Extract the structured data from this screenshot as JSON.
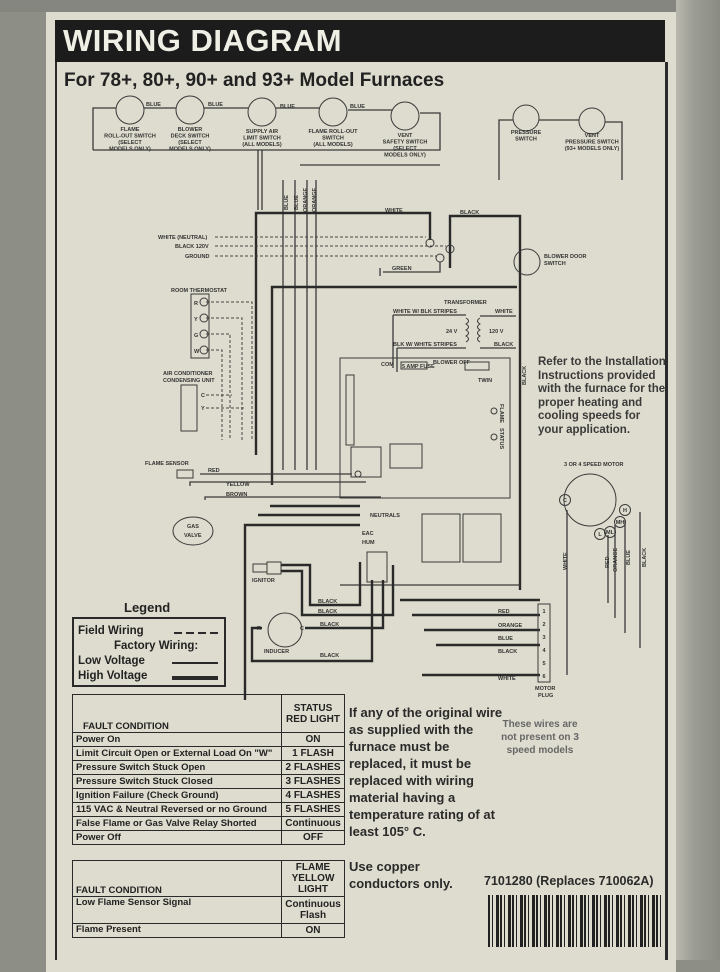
{
  "header": {
    "title": "WIRING DIAGRAM",
    "subtitle": "For 78+, 80+, 90+ and 93+ Model Furnaces"
  },
  "switches": [
    {
      "lines": [
        "FLAME",
        "ROLL-OUT SWITCH",
        "(SELECT",
        "MODELS ONLY)"
      ]
    },
    {
      "lines": [
        "BLOWER",
        "DECK SWITCH",
        "(SELECT",
        "MODELS ONLY)"
      ]
    },
    {
      "lines": [
        "SUPPLY AIR",
        "LIMIT SWITCH",
        "(ALL MODELS)"
      ]
    },
    {
      "lines": [
        "FLAME ROLL-OUT",
        "SWITCH",
        "(ALL MODELS)"
      ]
    },
    {
      "lines": [
        "VENT",
        "SAFETY SWITCH",
        "(SELECT",
        "MODELS ONLY)"
      ]
    },
    {
      "lines": [
        "PRESSURE",
        "SWITCH"
      ]
    },
    {
      "lines": [
        "VENT",
        "PRESSURE SWITCH",
        "(93+ MODELS ONLY)"
      ]
    }
  ],
  "wire_labels": {
    "blue": "BLUE",
    "orange": "ORANGE",
    "white": "WHITE",
    "black": "BLACK",
    "green": "GREEN",
    "red": "RED",
    "yellow": "YELLOW",
    "brown": "BROWN"
  },
  "power": {
    "neutral": "WHITE (NEUTRAL)",
    "hot": "BLACK 120V",
    "ground": "GROUND"
  },
  "blower_door": [
    "BLOWER DOOR",
    "SWITCH"
  ],
  "thermostat": {
    "title": "ROOM THERMOSTAT",
    "terminals": [
      "R",
      "Y",
      "G",
      "W"
    ]
  },
  "ac_unit": {
    "lines": [
      "AIR CONDITIONER",
      "CONDENSING UNIT"
    ],
    "terminals": [
      "C",
      "Y"
    ]
  },
  "transformer": {
    "title": "TRANSFORMER",
    "primary_white": "WHITE",
    "secondary_top": "WHITE W/ BLK STRIPES",
    "secondary_bottom": "BLK W/ WHITE STRIPES",
    "low_v": "24 V",
    "high_v": "120 V",
    "primary_black": "BLACK"
  },
  "board": {
    "com": "COM",
    "fuse": "5 AMP FUSE",
    "blower_off": "BLOWER OFF",
    "twin": "TWIN",
    "flame": "FLAME",
    "status": "STATUS",
    "neutrals": "NEUTRALS",
    "eac": "EAC",
    "hum": "HUM"
  },
  "flame_sensor": "FLAME SENSOR",
  "gas_valve": [
    "GAS",
    "VALVE"
  ],
  "ignitor": "IGNITOR",
  "inducer": {
    "label": "INDUCER",
    "r": "R",
    "c": "C"
  },
  "motor": {
    "title": "3 OR 4 SPEED MOTOR",
    "c": "C",
    "h": "H",
    "mh": "MH",
    "ml": "ML",
    "l": "L",
    "plug_pins": [
      "1",
      "2",
      "3",
      "4",
      "5",
      "6"
    ],
    "plug_label": [
      "MOTOR",
      "PLUG"
    ]
  },
  "note": "Refer to the Installation Instructions provided with the furnace for the proper heating and cooling speeds for your application.",
  "legend": {
    "title": "Legend",
    "field": "Field Wiring",
    "factory": "Factory Wiring:",
    "low": "Low Voltage",
    "high": "High Voltage"
  },
  "fault_table_red": {
    "header": "FAULT CONDITION",
    "status_header": "STATUS RED LIGHT",
    "rows": [
      {
        "condition": "Power On",
        "status": "ON"
      },
      {
        "condition": "Limit Circuit Open or External Load On \"W\"",
        "status": "1 FLASH"
      },
      {
        "condition": "Pressure Switch Stuck Open",
        "status": "2 FLASHES"
      },
      {
        "condition": "Pressure Switch Stuck Closed",
        "status": "3 FLASHES"
      },
      {
        "condition": "Ignition Failure (Check Ground)",
        "status": "4 FLASHES"
      },
      {
        "condition": "115 VAC & Neutral Reversed or  no Ground",
        "status": "5 FLASHES"
      },
      {
        "condition": "False Flame or Gas Valve Relay Shorted",
        "status": "Continuous"
      },
      {
        "condition": "Power Off",
        "status": "OFF"
      }
    ]
  },
  "fault_table_yellow": {
    "header": "FAULT CONDITION",
    "status_header": "FLAME YELLOW LIGHT",
    "rows": [
      {
        "condition": "Low Flame Sensor Signal",
        "status": "Continuous Flash"
      },
      {
        "condition": "Flame Present",
        "status": "ON"
      }
    ]
  },
  "warning": "If any of the original wire as supplied with the furnace must be replaced, it must be replaced with wiring material having a temperature rating of at least 105° C.",
  "copper": "Use copper conductors only.",
  "wires_note": "These wires are not present on 3 speed models",
  "part_number": "7101280 (Replaces 710062A)"
}
